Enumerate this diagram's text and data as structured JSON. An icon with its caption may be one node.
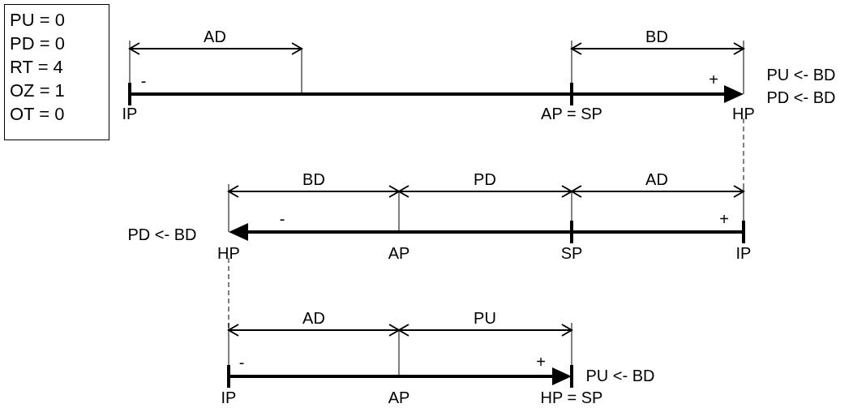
{
  "diagram": {
    "nodes": [
      {
        "text": [
          "PU = 0",
          "PD = 0",
          "RT = 4",
          "OZ = 1",
          "OT = 0"
        ]
      }
    ],
    "labels": [
      "AD",
      "BD",
      "-",
      "+",
      "PU <- BD",
      "PD <- BD",
      "IP",
      "AP = SP",
      "HP",
      "BD",
      "PD",
      "AD",
      "-",
      "+",
      "PD <- BD",
      "HP",
      "AP",
      "SP",
      "IP",
      "AD",
      "PU",
      "-",
      "+",
      "PU <- BD",
      "IP",
      "AP",
      "HP = SP"
    ]
  }
}
